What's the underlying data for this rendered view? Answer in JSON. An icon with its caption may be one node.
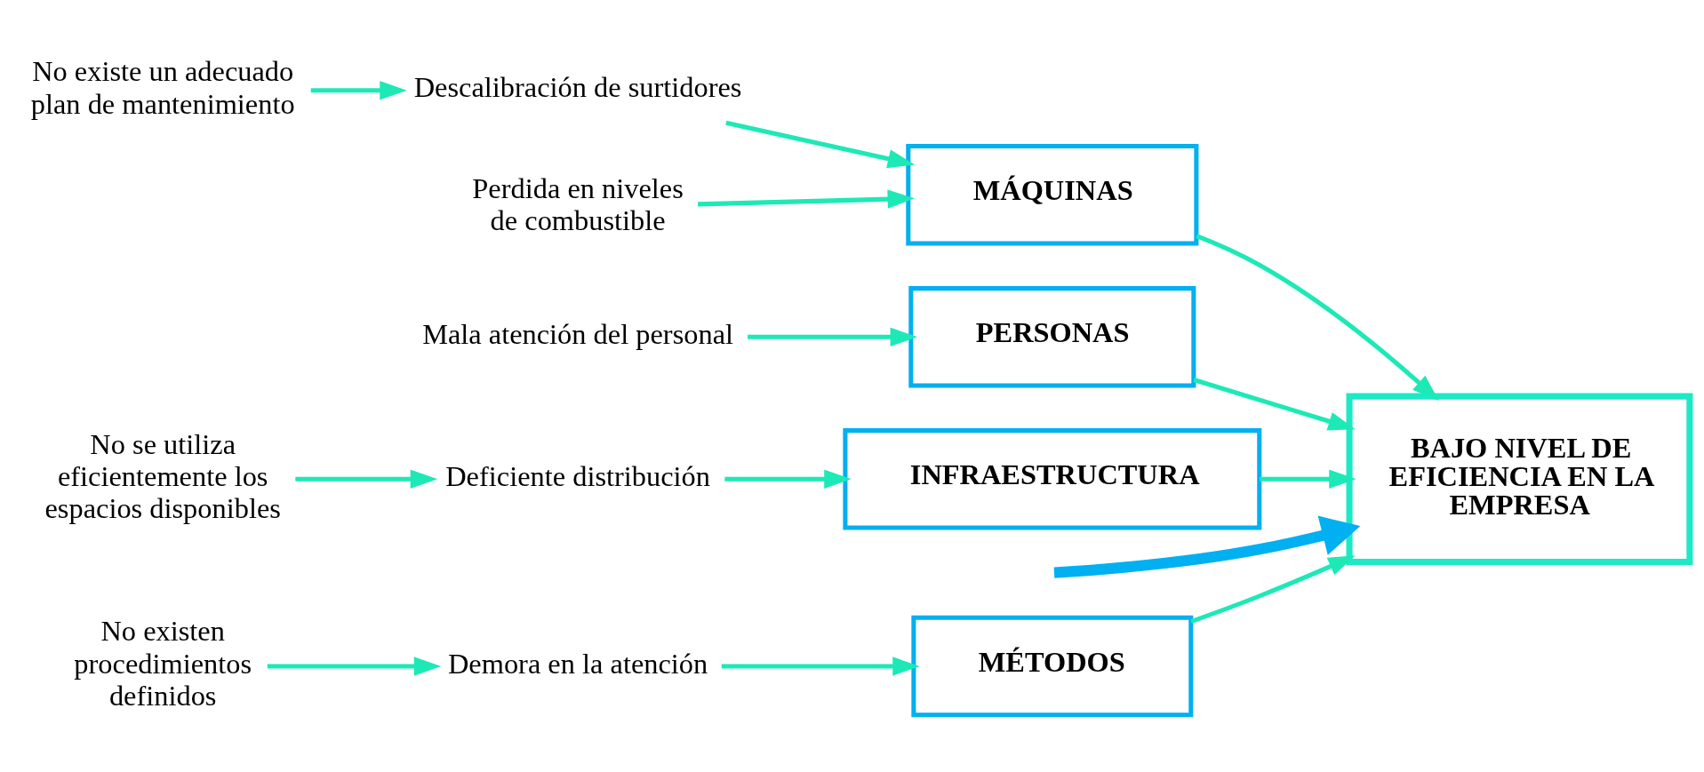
{
  "diagram": {
    "nodes": [
      {
        "text": [
          "MÉTODOS"
        ]
      },
      {
        "text": [
          "MÁQUINAS"
        ]
      },
      {
        "text": [
          "Demora en la atención"
        ]
      },
      {
        "text": [
          "No existen procedimientos definidos"
        ]
      },
      {
        "text": [
          "Descalibración de surtidores"
        ]
      },
      {
        "text": [
          "No existe un adecuado plan de mantenimiento"
        ]
      },
      {
        "text": [
          "Perdida en niveles de combustible"
        ]
      },
      {
        "text": [
          "BAJO NIVEL DE EFICIENCIA EN LA EMPRESA"
        ]
      },
      {
        "text": [
          "Mala atención del personal"
        ]
      },
      {
        "text": [
          "Deficiente distribución"
        ]
      },
      {
        "text": [
          "No se utiliza eficientemente los espacios disponibles"
        ]
      },
      {
        "text": [
          "PERSONAS"
        ]
      },
      {
        "text": [
          "INFRAESTRUCTURA"
        ]
      }
    ],
    "edges": [
      {
        "from": null,
        "to": 7,
        "arrow": "to",
        "style": "thick",
        "color": "#00b0f0"
      },
      {
        "from": 0,
        "to": 7,
        "arrow": "to"
      },
      {
        "from": 1,
        "to": 7,
        "arrow": "to"
      },
      {
        "from": 11,
        "to": 7,
        "arrow": "to"
      },
      {
        "from": 12,
        "to": 7,
        "arrow": "to"
      },
      {
        "from": 2,
        "to": 0,
        "arrow": "to"
      },
      {
        "from": 3,
        "to": 2,
        "arrow": "to"
      },
      {
        "from": 4,
        "to": 1,
        "arrow": "to"
      },
      {
        "from": 5,
        "to": 4,
        "arrow": "to"
      },
      {
        "from": 6,
        "to": 1,
        "arrow": "to"
      },
      {
        "from": 8,
        "to": 11,
        "arrow": "to"
      },
      {
        "from": 9,
        "to": 12,
        "arrow": "to"
      },
      {
        "from": 10,
        "to": 9,
        "arrow": "to"
      }
    ]
  }
}
